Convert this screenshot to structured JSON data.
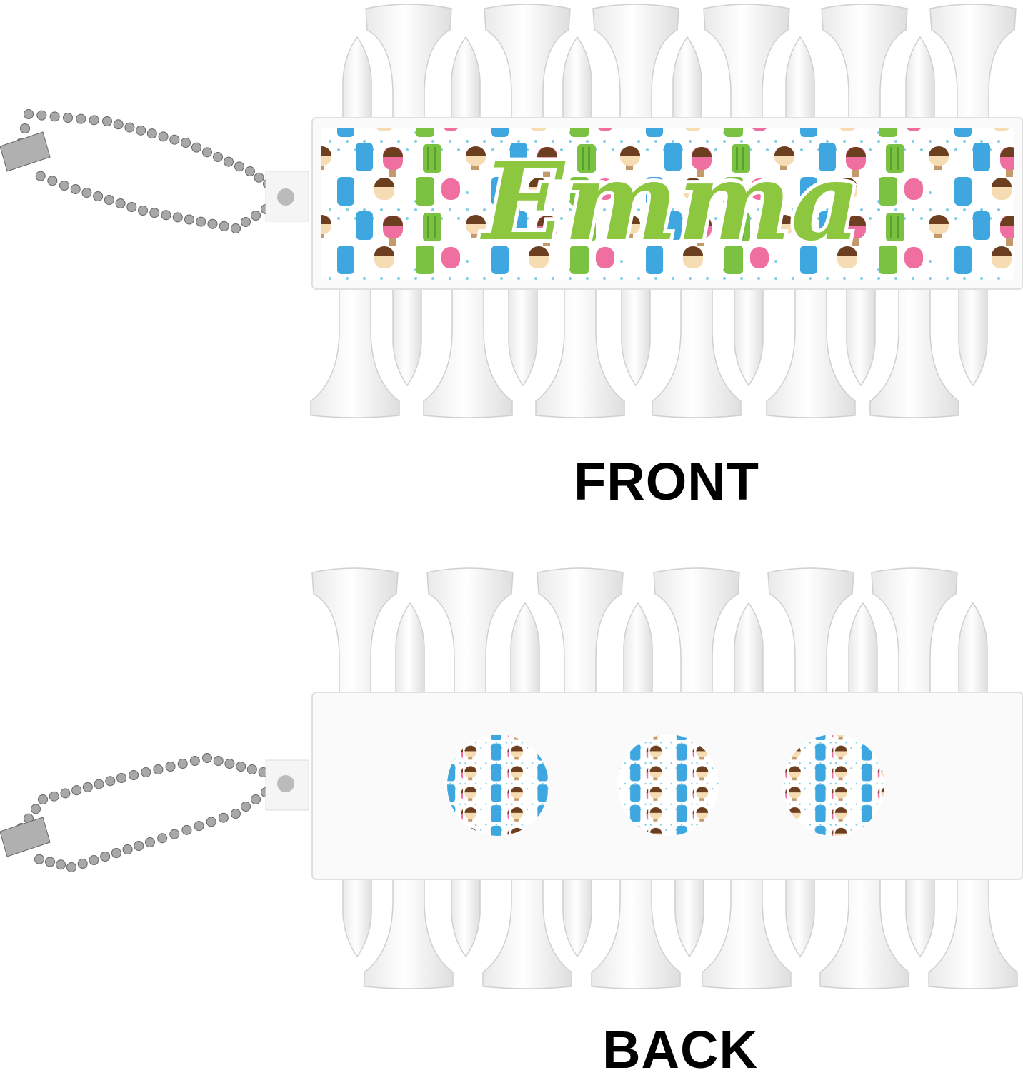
{
  "front": {
    "label": "FRONT",
    "personalized_name": "Emma"
  },
  "back": {
    "label": "BACK"
  },
  "colors": {
    "name_green": "#8dc63f",
    "blue_pop": "#3fa7e0",
    "green_pop": "#7cc242",
    "pink_pop": "#ee6fa0",
    "chocolate": "#6b3f1f",
    "dots": "#7fd0e6"
  }
}
